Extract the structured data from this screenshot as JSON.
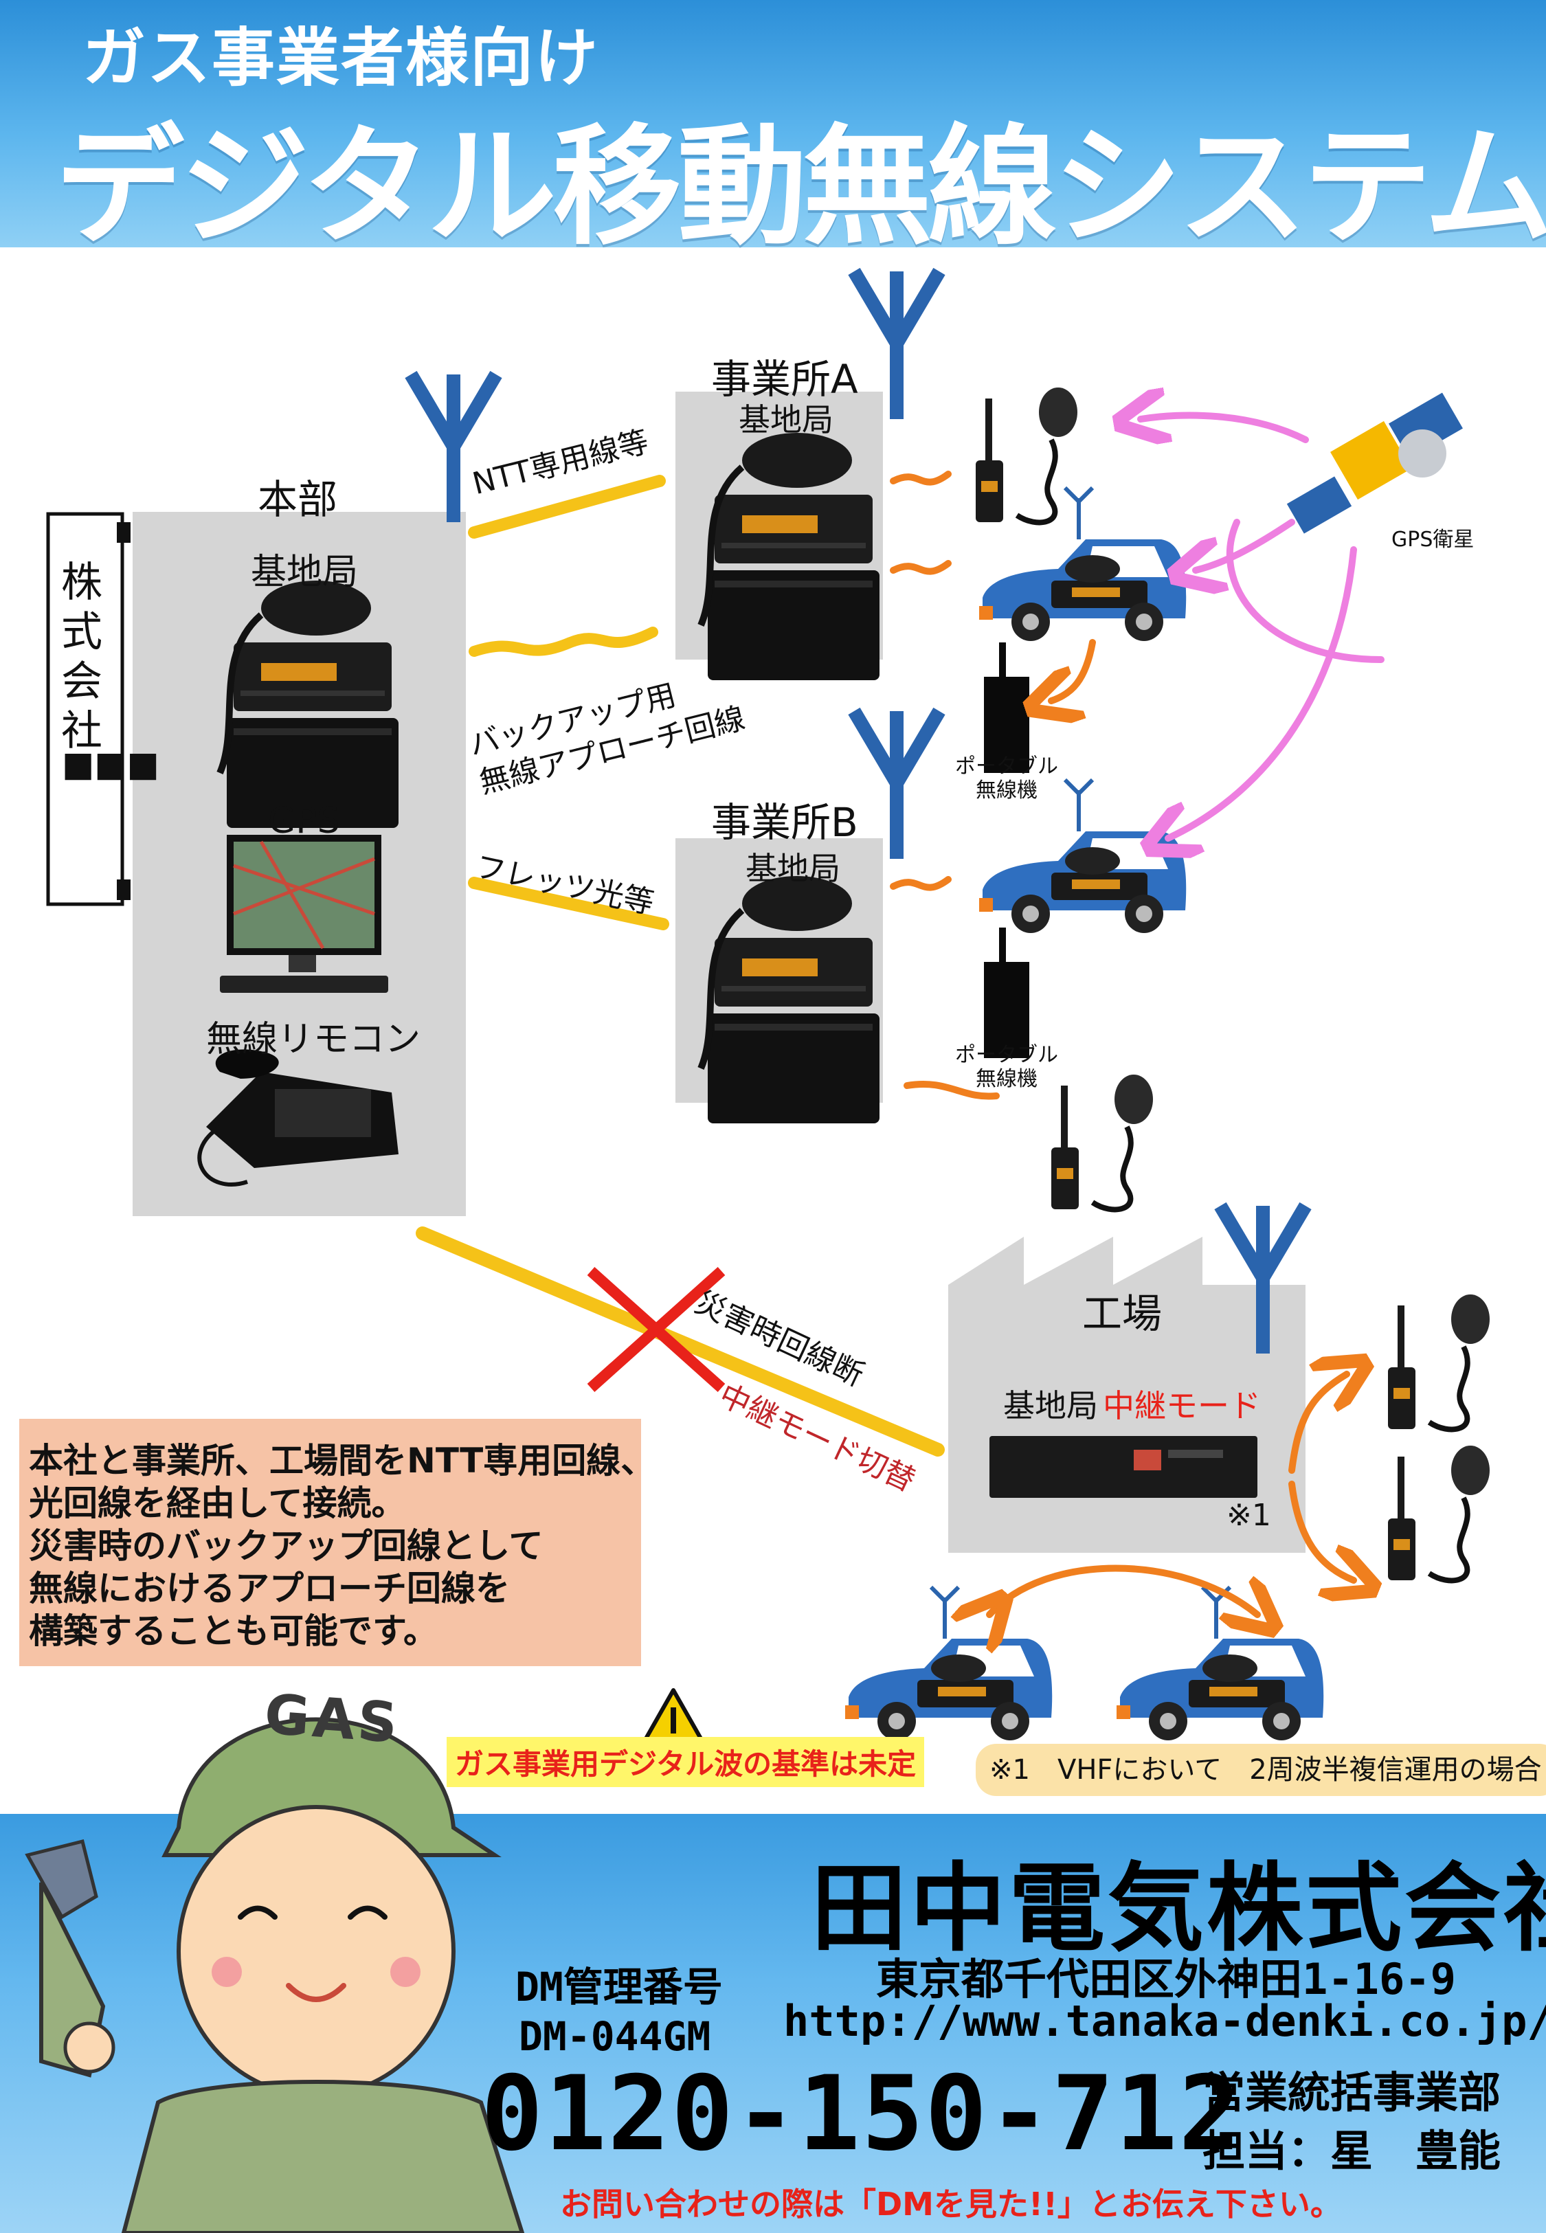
{
  "header": {
    "subtitle": "ガス事業者様向け",
    "title": "デジタル移動無線システム"
  },
  "company_box": {
    "label": "株式会社",
    "placeholder_marks": "■■■"
  },
  "hq": {
    "title": "本部",
    "base_station_label": "基地局",
    "gps_label": "GPS",
    "remote_label": "無線リモコン"
  },
  "office_a": {
    "title": "事業所A",
    "base_station_label": "基地局"
  },
  "office_b": {
    "title": "事業所B",
    "base_station_label": "基地局"
  },
  "links": {
    "ntt_line": "NTT専用線等",
    "backup_line_1": "バックアップ用",
    "backup_line_2": "無線アプローチ回線",
    "flets": "フレッツ光等",
    "disaster_cut": "災害時回線断",
    "relay_switch": "中継モード切替"
  },
  "satellite_label": "GPS衛星",
  "portable_radio_label_1": "ポータブル",
  "portable_radio_label_2": "無線機",
  "factory": {
    "title": "工場",
    "base_station_label": "基地局",
    "relay_mode_label": "中継モード",
    "footnote_mark": "※1"
  },
  "note": {
    "text": "本社と事業所、工場間をNTT専用回線、\n光回線を経由して接続。\n災害時のバックアップ回線として\n無線におけるアプローチ回線を\n構築することも可能です。"
  },
  "mascot_cap_text": "GAS",
  "warning": "ガス事業用デジタル波の基準は未定",
  "footnote": "※1　VHFにおいて　2周波半複信運用の場合",
  "footer": {
    "company": "田中電気株式会社",
    "dm_label": "DM管理番号",
    "dm_number": "DM-044GM",
    "address": "東京都千代田区外神田1-16-9",
    "url": "http://www.tanaka-denki.co.jp/",
    "phone": "0120-150-712",
    "department": "営業統括事業部",
    "contact": "担当：星　豊能",
    "cta": "お問い合わせの際は「DMを見た!!」とお伝え下さい。"
  },
  "colors": {
    "header_blue": "#2c8fd8",
    "link_yellow": "#f5c218",
    "signal_orange": "#f07f1e",
    "gps_pink": "#ee7fe0",
    "car_blue": "#2f6fc0",
    "antenna_blue": "#2a64ad",
    "warning_red": "#e8221a"
  }
}
